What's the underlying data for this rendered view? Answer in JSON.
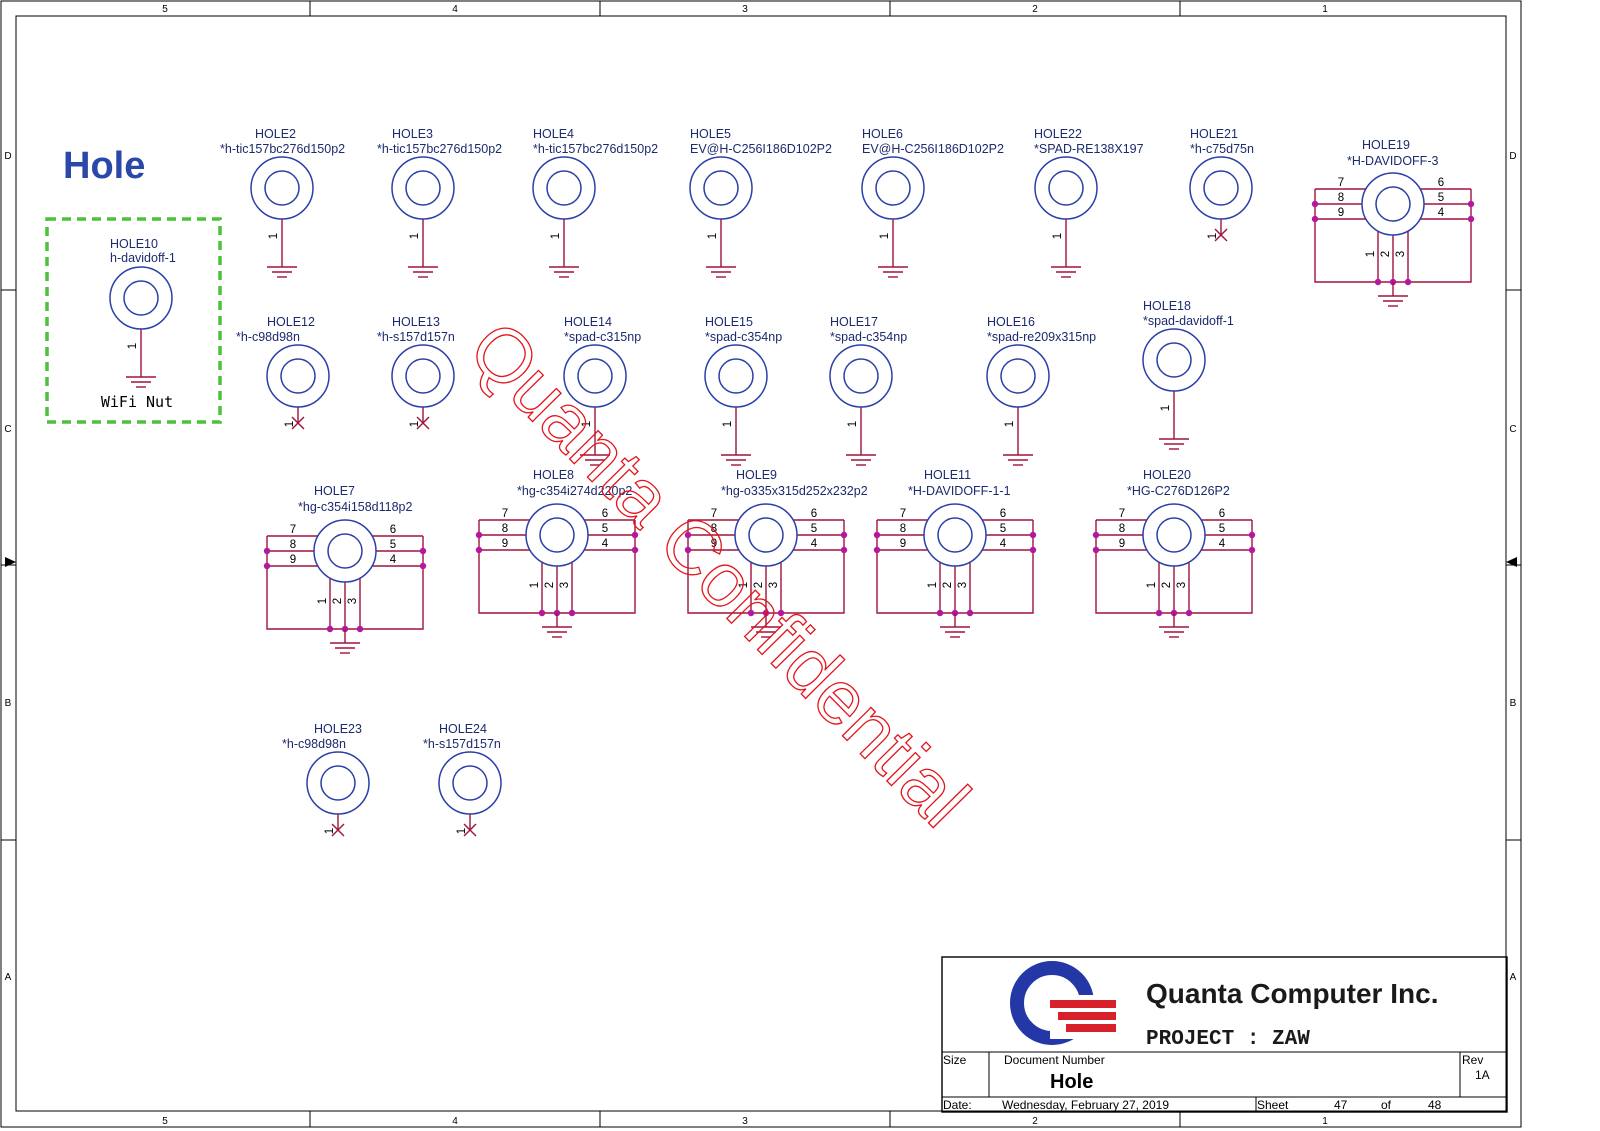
{
  "page_title": "Hole",
  "watermark": "Quanta Confidential",
  "wifi_label": "WiFi Nut",
  "zone_columns": [
    "5",
    "4",
    "3",
    "2",
    "1"
  ],
  "zone_rows": [
    "D",
    "C",
    "B",
    "A"
  ],
  "colors": {
    "wire": "#a0143c",
    "ring": "#2a3fa8",
    "text": "#1c2a6e",
    "dot": "#b5179e",
    "watermark": "#e3141b",
    "box": "#4cc13a"
  },
  "simple_holes": [
    {
      "ref": "HOLE2",
      "value": "*h-tic157bc276d150p2",
      "pin": "1",
      "end": "gnd"
    },
    {
      "ref": "HOLE3",
      "value": "*h-tic157bc276d150p2",
      "pin": "1",
      "end": "gnd"
    },
    {
      "ref": "HOLE4",
      "value": "*h-tic157bc276d150p2",
      "pin": "1",
      "end": "gnd"
    },
    {
      "ref": "HOLE5",
      "value": "EV@H-C256I186D102P2",
      "pin": "1",
      "end": "gnd"
    },
    {
      "ref": "HOLE6",
      "value": "EV@H-C256I186D102P2",
      "pin": "1",
      "end": "gnd"
    },
    {
      "ref": "HOLE22",
      "value": "*SPAD-RE138X197",
      "pin": "1",
      "end": "gnd"
    },
    {
      "ref": "HOLE21",
      "value": "*h-c75d75n",
      "pin": "1",
      "end": "nc"
    },
    {
      "ref": "HOLE10",
      "value": "h-davidoff-1",
      "pin": "1",
      "end": "gnd"
    },
    {
      "ref": "HOLE12",
      "value": "*h-c98d98n",
      "pin": "1",
      "end": "nc"
    },
    {
      "ref": "HOLE13",
      "value": "*h-s157d157n",
      "pin": "1",
      "end": "nc"
    },
    {
      "ref": "HOLE14",
      "value": "*spad-c315np",
      "pin": "1",
      "end": "gnd"
    },
    {
      "ref": "HOLE15",
      "value": "*spad-c354np",
      "pin": "1",
      "end": "gnd"
    },
    {
      "ref": "HOLE17",
      "value": "*spad-c354np",
      "pin": "1",
      "end": "gnd"
    },
    {
      "ref": "HOLE16",
      "value": "*spad-re209x315np",
      "pin": "1",
      "end": "gnd"
    },
    {
      "ref": "HOLE18",
      "value": "*spad-davidoff-1",
      "pin": "1",
      "end": "gnd"
    },
    {
      "ref": "HOLE23",
      "value": "*h-c98d98n",
      "pin": "1",
      "end": "nc"
    },
    {
      "ref": "HOLE24",
      "value": "*h-s157d157n",
      "pin": "1",
      "end": "nc"
    }
  ],
  "multi_holes": [
    {
      "ref": "HOLE19",
      "value": "*H-DAVIDOFF-3",
      "pins": [
        "7",
        "8",
        "9",
        "6",
        "5",
        "4",
        "1",
        "2",
        "3"
      ]
    },
    {
      "ref": "HOLE7",
      "value": "*hg-c354i158d118p2",
      "pins": [
        "7",
        "8",
        "9",
        "6",
        "5",
        "4",
        "1",
        "2",
        "3"
      ]
    },
    {
      "ref": "HOLE8",
      "value": "*hg-c354i274d220p2",
      "pins": [
        "7",
        "8",
        "9",
        "6",
        "5",
        "4",
        "1",
        "2",
        "3"
      ]
    },
    {
      "ref": "HOLE9",
      "value": "*hg-o335x315d252x232p2",
      "pins": [
        "7",
        "8",
        "9",
        "6",
        "5",
        "4",
        "1",
        "2",
        "3"
      ]
    },
    {
      "ref": "HOLE11",
      "value": "*H-DAVIDOFF-1-1",
      "pins": [
        "7",
        "8",
        "9",
        "6",
        "5",
        "4",
        "1",
        "2",
        "3"
      ]
    },
    {
      "ref": "HOLE20",
      "value": "*HG-C276D126P2",
      "pins": [
        "7",
        "8",
        "9",
        "6",
        "5",
        "4",
        "1",
        "2",
        "3"
      ]
    }
  ],
  "title_block": {
    "company": "Quanta Computer Inc.",
    "project": "PROJECT : ZAW",
    "size_label": "Size",
    "doc_label": "Document Number",
    "doc_value": "Hole",
    "rev_label": "Rev",
    "rev_value": "1A",
    "date_label": "Date:",
    "date_value": "Wednesday, February 27, 2019",
    "sheet_label": "Sheet",
    "sheet_value": "47",
    "of_label": "of",
    "total_value": "48"
  }
}
